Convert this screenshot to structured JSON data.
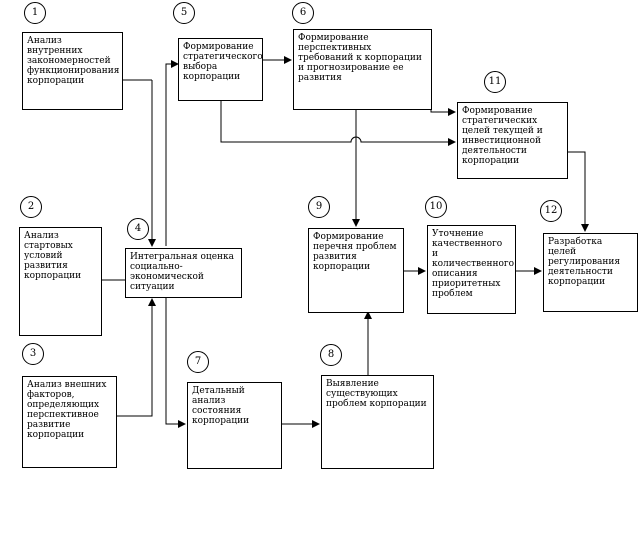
{
  "boxes": [
    {
      "id": "1",
      "text": "Анализ внутренних закономерностей функционирования корпорации"
    },
    {
      "id": "2",
      "text": "Анализ стартовых условий развития корпорации"
    },
    {
      "id": "3",
      "text": "Анализ внешних факторов, определяющих перспективное развитие корпорации"
    },
    {
      "id": "4",
      "text": "Интегральная оценка социально-экономической ситуации"
    },
    {
      "id": "5",
      "text": "Формирование стратегического выбора корпорации"
    },
    {
      "id": "6",
      "text": "Формирование перспективных требований к корпорации и прогнозирование ее развития"
    },
    {
      "id": "7",
      "text": "Детальный анализ состояния корпорации"
    },
    {
      "id": "8",
      "text": "Выявление существующих проблем корпорации"
    },
    {
      "id": "9",
      "text": "Формирование перечня проблем развития корпорации"
    },
    {
      "id": "10",
      "text": "Уточнение качественного и количественного описания приоритетных проблем"
    },
    {
      "id": "11",
      "text": "Формирование стратегических целей текущей и инвестиционной деятельности корпорации"
    },
    {
      "id": "12",
      "text": "Разработка целей регулирования деятельности корпорации"
    }
  ]
}
